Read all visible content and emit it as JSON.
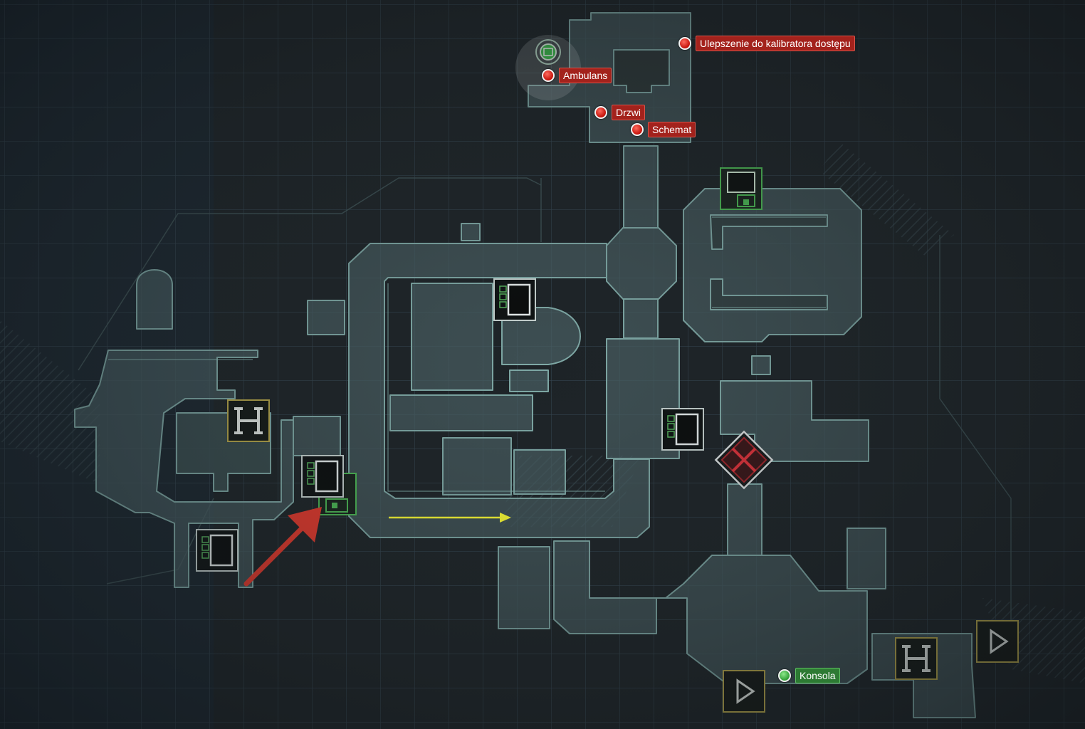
{
  "colors": {
    "background": "#1d2327",
    "grid": "#3a4a56",
    "room_fill": "#4a6064",
    "room_stroke": "#7fa9a6",
    "marker_red": "#c4120a",
    "marker_green": "#2f9e35",
    "label_red": "#a3221c",
    "label_green": "#2d7a33",
    "arrow_red": "#e8392c",
    "arrow_yellow": "#ffff33"
  },
  "markers": [
    {
      "id": "ulepszenie",
      "label": "Ulepszenie do kalibratora dostępu",
      "color": "red"
    },
    {
      "id": "ambulans",
      "label": "Ambulans",
      "color": "red"
    },
    {
      "id": "drzwi",
      "label": "Drzwi",
      "color": "red"
    },
    {
      "id": "schemat",
      "label": "Schemat",
      "color": "red"
    },
    {
      "id": "konsola",
      "label": "Konsola",
      "color": "green"
    }
  ],
  "icons": [
    {
      "id": "save-station-top",
      "kind": "save-station-icon"
    },
    {
      "id": "store-center",
      "kind": "store-terminal-icon"
    },
    {
      "id": "store-right",
      "kind": "store-terminal-icon"
    },
    {
      "id": "store-left",
      "kind": "store-terminal-icon"
    },
    {
      "id": "store-bottom-left",
      "kind": "store-terminal-icon"
    },
    {
      "id": "save-station-left",
      "kind": "save-station-icon"
    },
    {
      "id": "bench-left",
      "kind": "workbench-icon"
    },
    {
      "id": "bench-right",
      "kind": "workbench-icon"
    },
    {
      "id": "exit-bottom",
      "kind": "play-exit-icon"
    },
    {
      "id": "exit-right",
      "kind": "play-exit-icon"
    },
    {
      "id": "tram-start",
      "kind": "tram-station-icon"
    },
    {
      "id": "locked-door",
      "kind": "locked-door-icon"
    }
  ],
  "annotations": [
    {
      "id": "red-arrow",
      "kind": "red-pointer-arrow"
    },
    {
      "id": "yellow-arrow",
      "kind": "yellow-direction-arrow"
    }
  ]
}
